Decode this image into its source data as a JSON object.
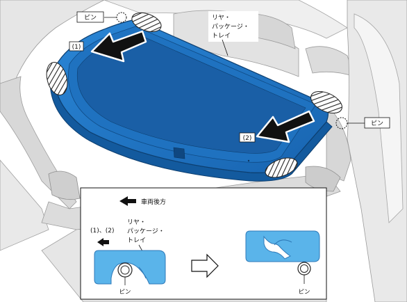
{
  "labels": {
    "pin_top": "ピン",
    "pin_right": "ピン",
    "shelf_line1": "リヤ・",
    "shelf_line2": "パッケージ・",
    "shelf_line3": "トレイ",
    "step1": "(1)",
    "step2": "(2)"
  },
  "detail": {
    "direction": "車両後方",
    "steps": "(1)、(2)",
    "shelf_line1": "リヤ・",
    "shelf_line2": "パッケージ・",
    "shelf_line3": "トレイ",
    "pin_left": "ピン",
    "pin_right": "ピン"
  },
  "colors": {
    "tray_blue": "#1f79c9",
    "tray_dark": "#14579a",
    "detail_blue": "#5ab4ea",
    "outline": "#222222"
  }
}
